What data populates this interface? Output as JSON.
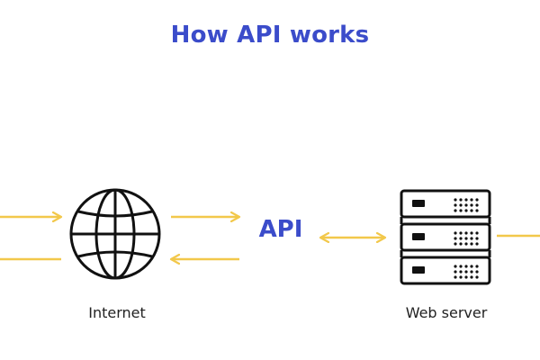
{
  "title": "How API works",
  "nodes": {
    "api_label": "API",
    "internet_label": "Internet",
    "server_label": "Web server"
  },
  "colors": {
    "title": "#3b4cca",
    "arrow": "#f2c84b",
    "icon": "#111111"
  },
  "icons": [
    "globe-icon",
    "server-icon"
  ]
}
